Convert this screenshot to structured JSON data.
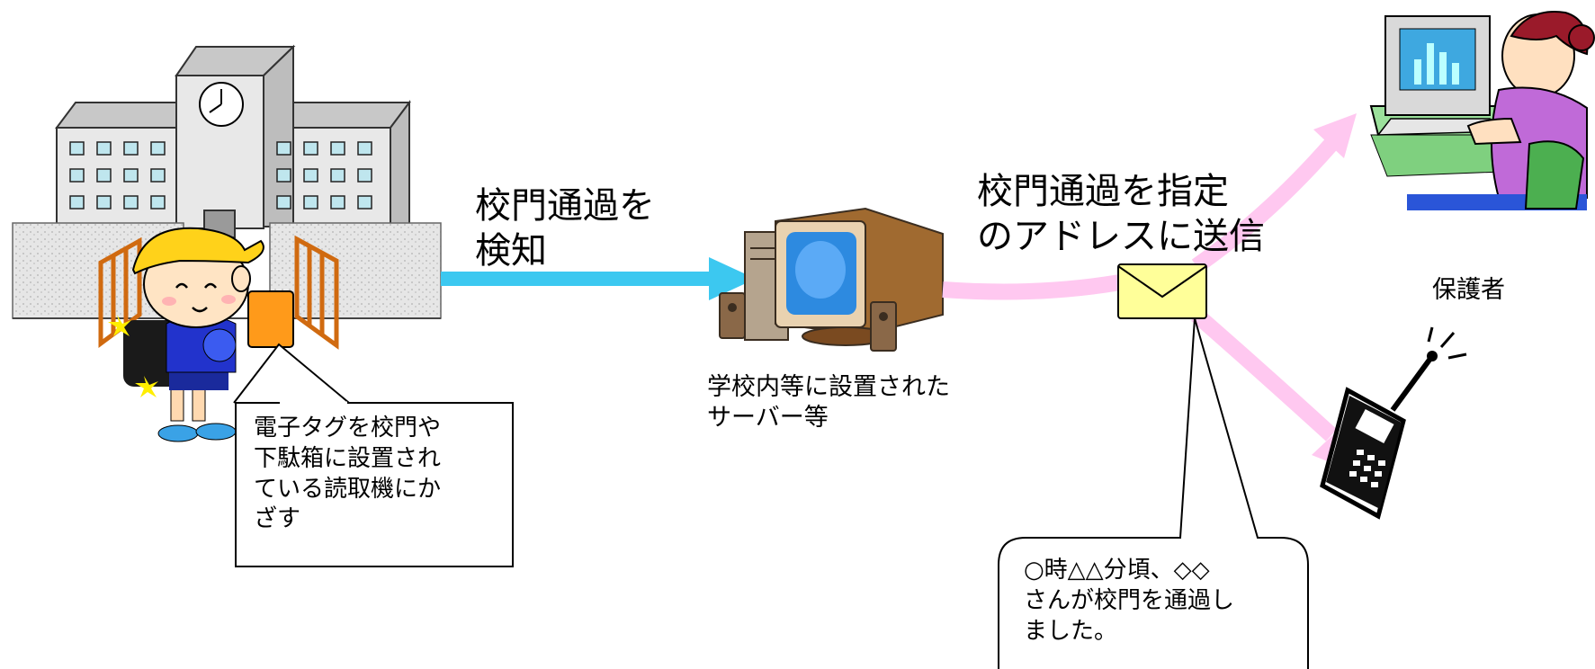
{
  "labels": {
    "detect": "校門通過を\n検知",
    "send": "校門通過を指定\nのアドレスに送信",
    "server": "学校内等に設置された\nサーバー等",
    "guardian": "保護者",
    "tag_callout": "電子タグを校門や\n下駄箱に設置され\nている読取機にか\nざす",
    "message": "○時△△分頃、◇◇\nさんが校門を通過し\nました。"
  },
  "colors": {
    "detect_arrow": "#3cc8f0",
    "send_arrows": "#ffc8f0",
    "envelope": "#ffff99",
    "school_wall": "#d8d8d8"
  },
  "icons": [
    "school-building-icon",
    "child-student-icon",
    "tag-reader-icon",
    "server-computer-icon",
    "envelope-icon",
    "desktop-user-icon",
    "mobile-phone-icon"
  ]
}
